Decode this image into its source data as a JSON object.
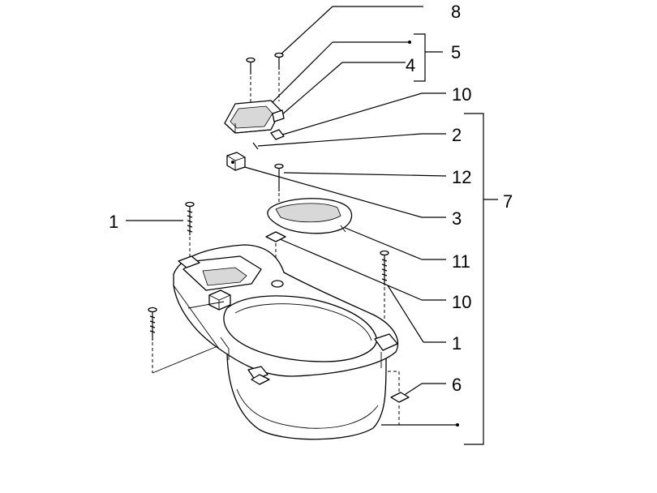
{
  "callouts": [
    {
      "id": "c8",
      "text": "8"
    },
    {
      "id": "c5",
      "text": "5"
    },
    {
      "id": "c4",
      "text": "4"
    },
    {
      "id": "c10a",
      "text": "10"
    },
    {
      "id": "c2",
      "text": "2"
    },
    {
      "id": "c12",
      "text": "12"
    },
    {
      "id": "c7",
      "text": "7"
    },
    {
      "id": "c3",
      "text": "3"
    },
    {
      "id": "c11",
      "text": "11"
    },
    {
      "id": "c10b",
      "text": "10"
    },
    {
      "id": "c1a",
      "text": "1"
    },
    {
      "id": "c1b",
      "text": "1"
    },
    {
      "id": "c6",
      "text": "6"
    }
  ],
  "colors": {
    "ink": "#000000",
    "paper": "#ffffff",
    "shade": "#d8d8d8"
  }
}
